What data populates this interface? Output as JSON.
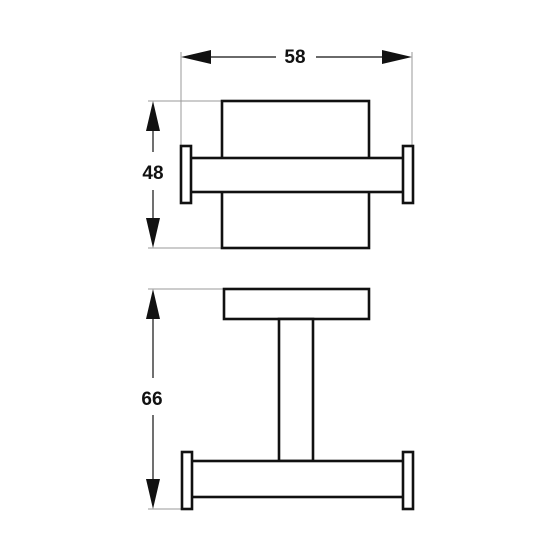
{
  "dimensions": {
    "width": "58",
    "height": "48",
    "depth": "66"
  },
  "colors": {
    "line": "#111111",
    "extension_line": "#9a9a9a",
    "background": "#ffffff"
  }
}
